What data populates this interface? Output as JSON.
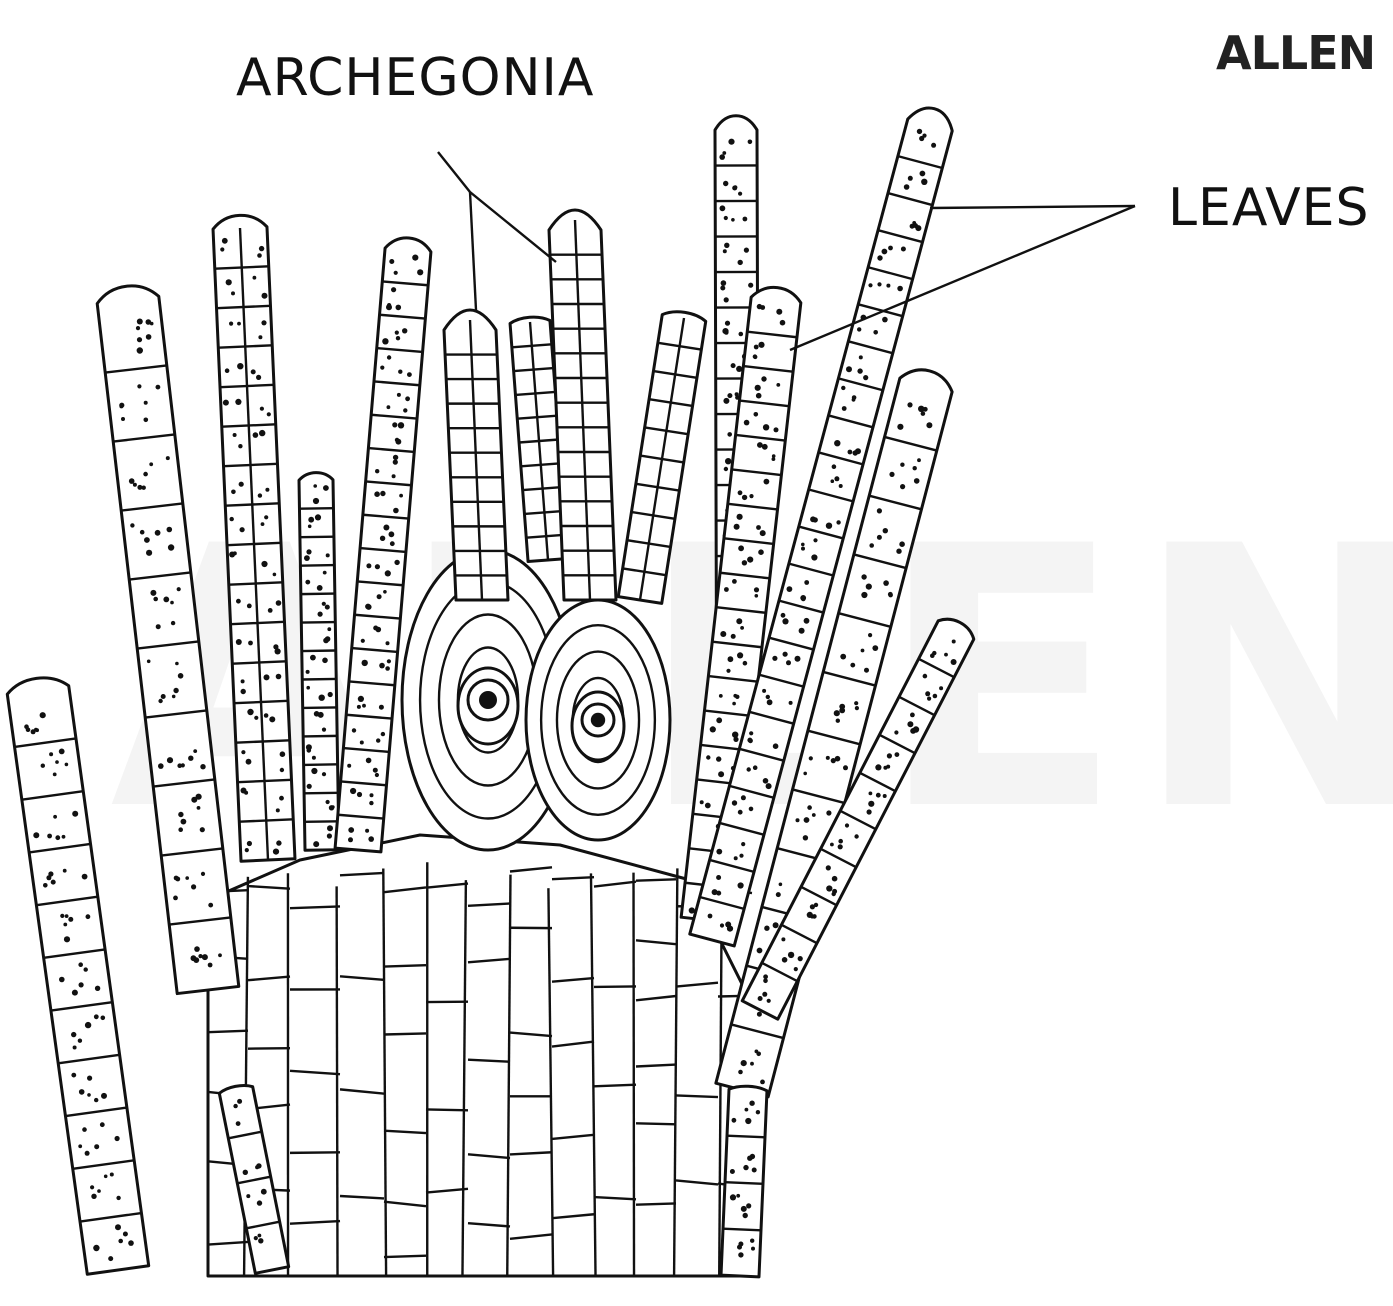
{
  "labels": {
    "archegonia": "ARCHEGONIA",
    "leaves": "LEAVES"
  },
  "logo": "ALLEN",
  "watermark": "ALLEN"
}
